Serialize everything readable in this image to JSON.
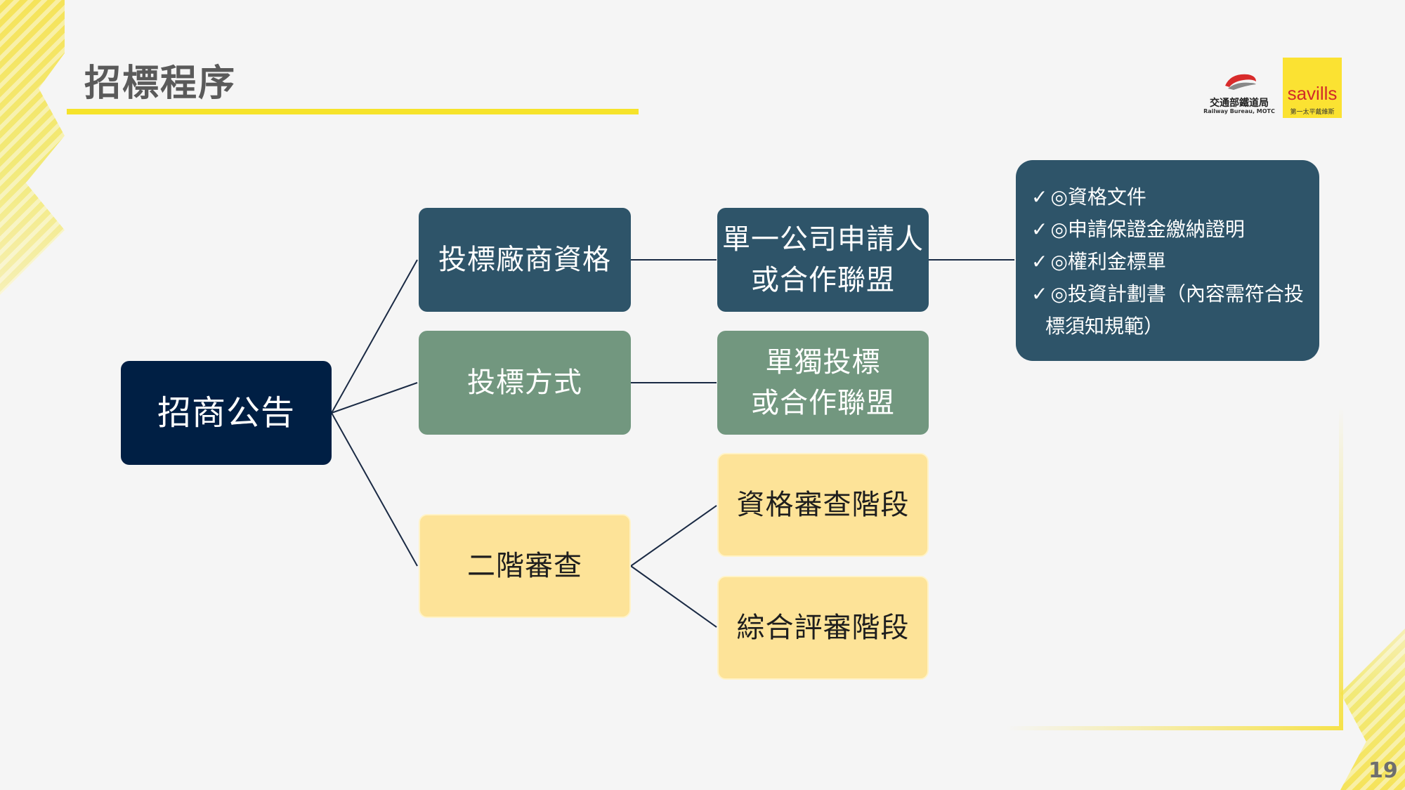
{
  "title": "招標程序",
  "logos": {
    "railway_cn": "交通部鐵道局",
    "railway_en": "Railway Bureau, MOTC",
    "savills_word": "savills",
    "savills_cn": "第一太平戴維斯"
  },
  "nodes": {
    "root": "招商公告",
    "qualification": "投標廠商資格",
    "method": "投標方式",
    "review": "二階審查",
    "applicant": [
      "單一公司申請人",
      "或合作聯盟"
    ],
    "bidding": [
      "單獨投標",
      "或合作聯盟"
    ],
    "stage1": "資格審查階段",
    "stage2": "綜合評審階段"
  },
  "documents": {
    "check": "✓",
    "items": [
      "◎資格文件",
      "◎申請保證金繳納證明",
      "◎權利金標單",
      "◎投資計劃書（內容需符合投",
      "標須知規範）"
    ]
  },
  "colors": {
    "navy": "#001f44",
    "teal": "#2e5469",
    "green": "#72977f",
    "yellow": "#fde398",
    "accent": "#f6e32b"
  },
  "page_number": "19"
}
